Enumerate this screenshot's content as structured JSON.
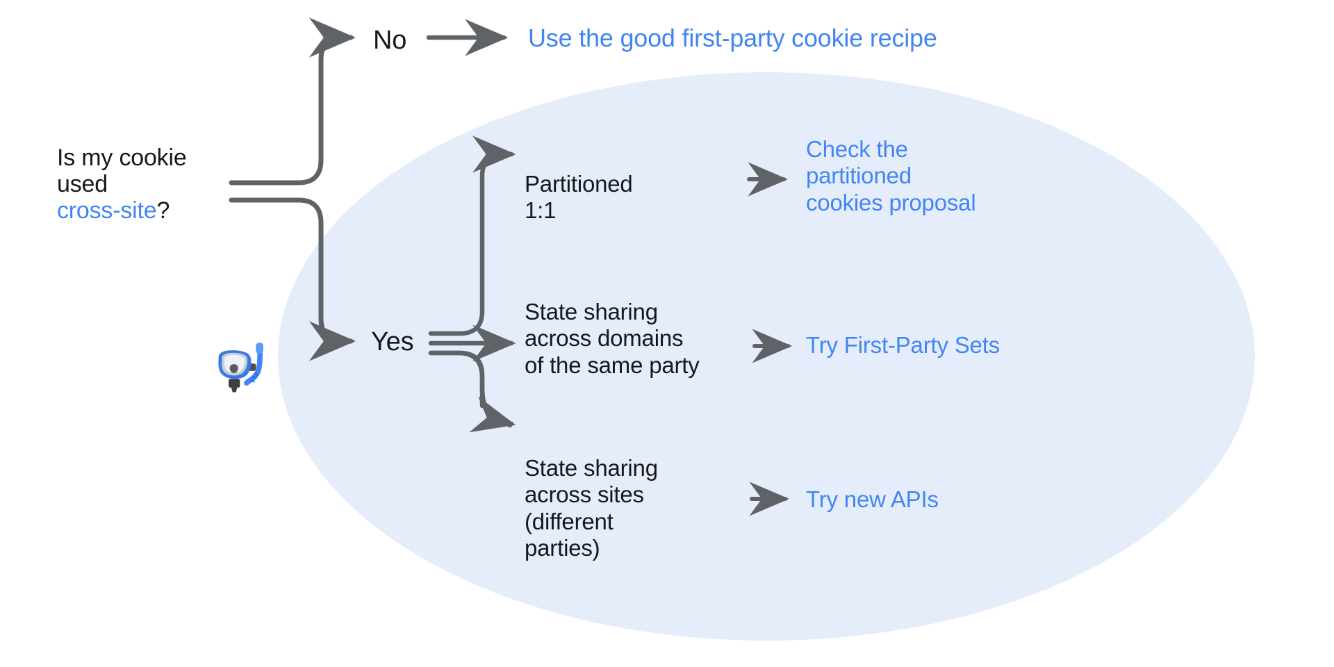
{
  "diagram": {
    "title_question": {
      "line1": "Is my cookie",
      "line2": "used ",
      "highlight": "cross-site",
      "suffix": "?"
    },
    "colors": {
      "accent_blue": "#4285f4",
      "ellipse_fill": "#e5edfb",
      "arrow_gray": "#5f6368",
      "text_dark": "#16181c",
      "page_background": "#ffffff"
    },
    "decision_labels": {
      "no": "No",
      "yes": "Yes"
    },
    "no_outcome": "Use the good first-party cookie recipe",
    "yes_branches": [
      {
        "condition": "Partitioned\n1:1",
        "outcome": "Check the\npartitioned\ncookies proposal"
      },
      {
        "condition": "State sharing\nacross domains\nof the same party",
        "outcome": "Try First-Party Sets"
      },
      {
        "condition": "State sharing\nacross sites\n(different\nparties)",
        "outcome": "Try new APIs"
      }
    ],
    "emoji": {
      "name": "diving-mask",
      "glyph": "🥽"
    }
  }
}
